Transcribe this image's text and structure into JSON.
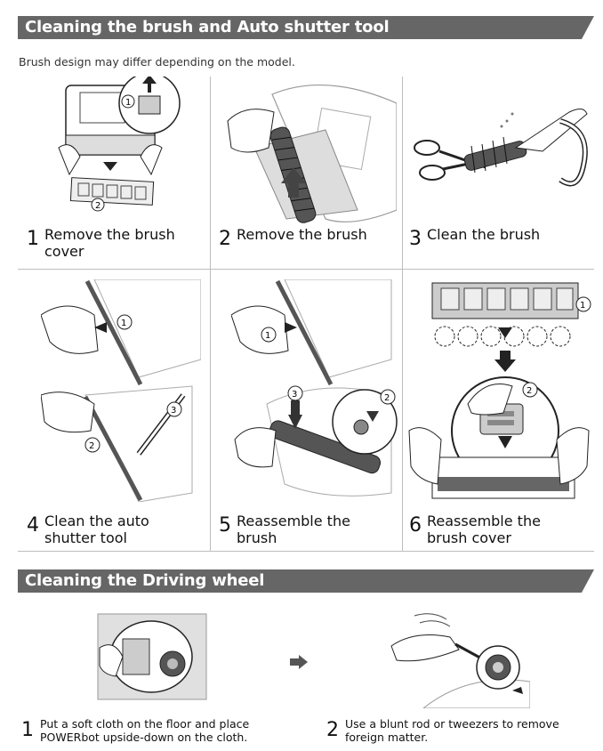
{
  "section1": {
    "title": "Cleaning the brush and Auto shutter tool"
  },
  "note": "Brush design may differ depending on the model.",
  "steps": [
    {
      "num": "1",
      "line1": "Remove the brush",
      "line2": "cover"
    },
    {
      "num": "2",
      "line1": "Remove the brush",
      "line2": ""
    },
    {
      "num": "3",
      "line1": "Clean the brush",
      "line2": ""
    },
    {
      "num": "4",
      "line1": "Clean the auto",
      "line2": "shutter tool"
    },
    {
      "num": "5",
      "line1": "Reassemble the",
      "line2": "brush"
    },
    {
      "num": "6",
      "line1": "Reassemble the",
      "line2": "brush cover"
    }
  ],
  "callouts": {
    "one": "1",
    "two": "2",
    "three": "3"
  },
  "section2": {
    "title": "Cleaning the Driving wheel"
  },
  "wheel_steps": [
    {
      "num": "1",
      "line1": "Put a soft cloth on the floor and place",
      "line2": "POWERbot upside-down on the cloth."
    },
    {
      "num": "2",
      "line1": "Use a blunt rod or tweezers to remove",
      "line2": "foreign matter."
    }
  ],
  "colors": {
    "bar": "#666666",
    "bar_dark": "#4a4a4a",
    "arrow": "#555555"
  }
}
